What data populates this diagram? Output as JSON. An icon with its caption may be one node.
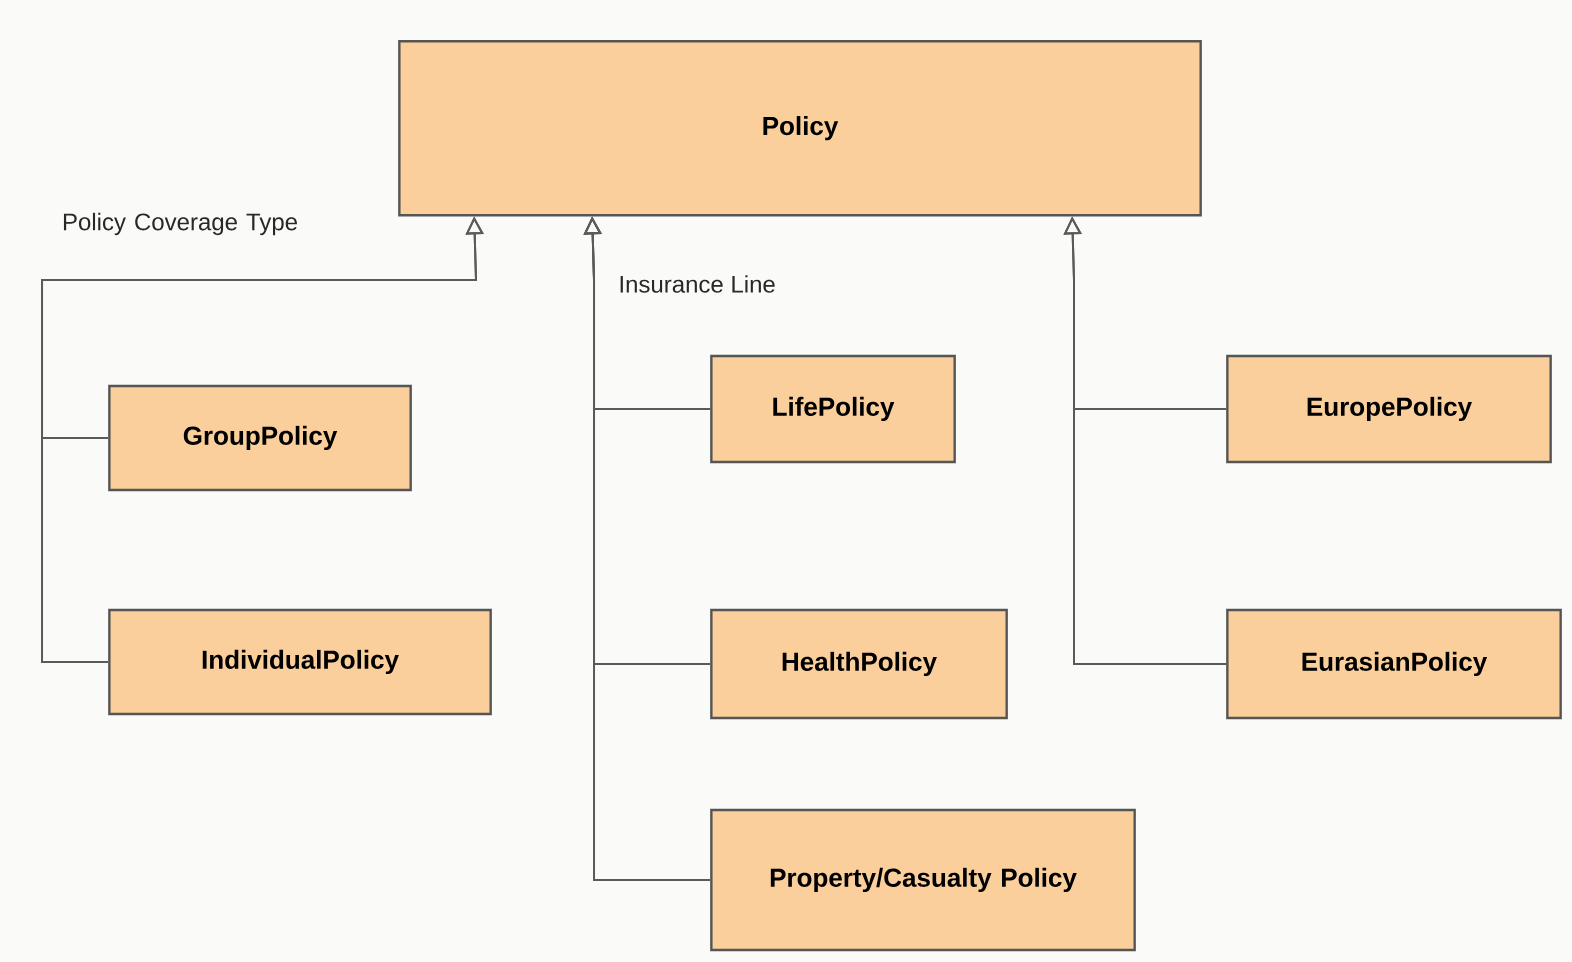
{
  "diagram": {
    "nodes": [
      {
        "text": [
          "Policy"
        ]
      },
      {
        "text": [
          "GroupPolicy"
        ]
      },
      {
        "text": [
          "IndividualPolicy"
        ]
      },
      {
        "text": [
          "LifePolicy"
        ]
      },
      {
        "text": [
          "HealthPolicy"
        ]
      },
      {
        "text": [
          "Property/Casualty Policy"
        ]
      },
      {
        "text": [
          "EuropePolicy"
        ]
      },
      {
        "text": [
          "EurasianPolicy"
        ]
      }
    ],
    "edges": [
      {
        "from": 1,
        "to": 0,
        "arrow": "to"
      },
      {
        "from": 2,
        "to": 0,
        "arrow": "to"
      },
      {
        "from": 3,
        "to": 0,
        "arrow": "to"
      },
      {
        "from": 4,
        "to": 0,
        "arrow": "to"
      },
      {
        "from": 5,
        "to": 0,
        "arrow": "to"
      },
      {
        "from": 6,
        "to": 0,
        "arrow": "to"
      },
      {
        "from": 7,
        "to": 0,
        "arrow": "to"
      }
    ],
    "labels": [
      "Policy Coverage Type",
      "Insurance Line"
    ]
  }
}
